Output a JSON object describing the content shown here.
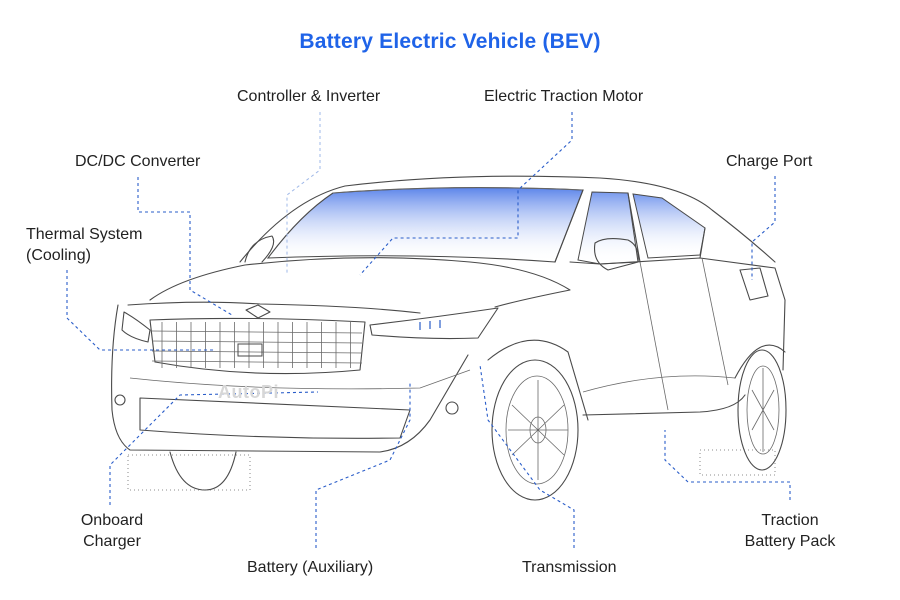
{
  "title": "Battery Electric Vehicle (BEV)",
  "labels": {
    "controller_inverter": "Controller & Inverter",
    "electric_traction_motor": "Electric Traction Motor",
    "dcdc_converter": "DC/DC Converter",
    "charge_port": "Charge Port",
    "thermal_system_line1": "Thermal System",
    "thermal_system_line2": "(Cooling)",
    "onboard_charger_line1": "Onboard",
    "onboard_charger_line2": "Charger",
    "battery_auxiliary": "Battery (Auxiliary)",
    "transmission": "Transmission",
    "traction_battery_line1": "Traction",
    "traction_battery_line2": "Battery Pack"
  },
  "watermark": "AutoPi",
  "colors": {
    "title": "#1f63e8",
    "leader": "#2a5dc9",
    "glass": "#3f6fe6"
  }
}
